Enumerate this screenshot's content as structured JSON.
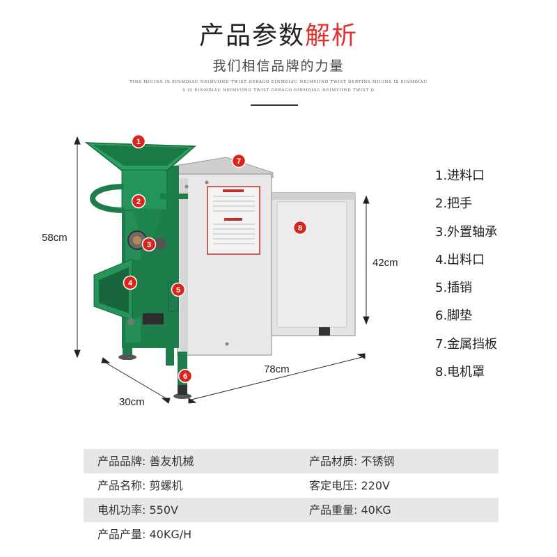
{
  "header": {
    "title_main": "产品参数",
    "title_accent": "解析",
    "subtitle": "我们相信品牌的力量",
    "decor_line_1": "TINS MIUINS IS EINMDIAU NEIMVIIND TWIST DEBAGO EINMDIAU NEIMVIIND TWIST DEBTINS MIUINS IS EINMDIAU",
    "decor_line_2": "S IS EINMDIAU NEIMVIIND TWIST DEBAGO EINMDIAU NEIMVIIND TWIST D"
  },
  "colors": {
    "accent_red": "#e0302d",
    "marker_red": "#d9261c",
    "machine_green": "#1f8a52",
    "steel": "#e6e6e6",
    "row_shade": "#e7e7e7"
  },
  "dimensions": {
    "height_total": "58cm",
    "height_motor": "42cm",
    "length": "78cm",
    "depth": "30cm"
  },
  "markers": [
    "1",
    "2",
    "3",
    "4",
    "5",
    "6",
    "7",
    "8"
  ],
  "parts": [
    "1.进料口",
    "2.把手",
    "3.外置轴承",
    "4.出料口",
    "5.插销",
    "6.脚垫",
    "7.金属挡板",
    "8.电机罩"
  ],
  "specs": [
    {
      "left": "产品品牌: 善友机械",
      "right": "产品材质: 不锈钢",
      "shaded": true
    },
    {
      "left": "产品名称: 剪螺机",
      "right": "客定电压: 220V",
      "shaded": false
    },
    {
      "left": "电机功率: 550V",
      "right": "产品重量: 40KG",
      "shaded": true
    },
    {
      "left": "产品产量: 40KG/H",
      "right": "",
      "shaded": false
    }
  ]
}
